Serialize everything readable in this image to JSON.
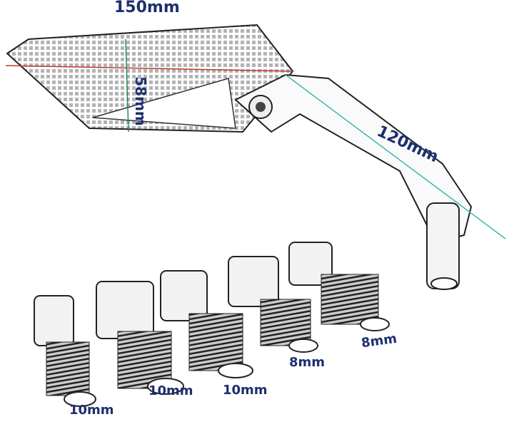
{
  "labels": {
    "head_length": "150mm",
    "head_height": "58mm",
    "arm_length": "120mm",
    "bolt1": "10mm",
    "bolt2": "10mm",
    "bolt3": "10mm",
    "bolt4": "8mm",
    "bolt5": "8mm"
  },
  "colors": {
    "label": "#1c2f6e",
    "dim_line_red": "#c0392b",
    "dim_line_teal": "#3fb6b0",
    "dim_line_green": "#2e8b57"
  }
}
